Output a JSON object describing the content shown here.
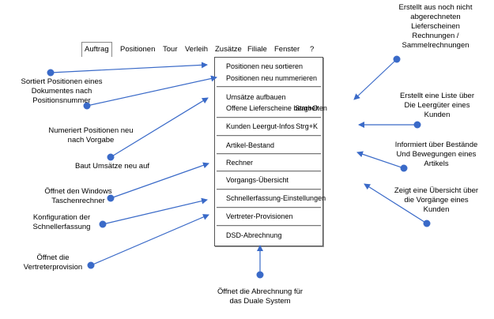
{
  "menubar": {
    "items": [
      "Auftrag",
      "Positionen",
      "Tour",
      "Verleih",
      "Zusätze",
      "Filiale",
      "Fenster",
      "?"
    ],
    "active": "Auftrag"
  },
  "menu": {
    "items": [
      {
        "label": "Positionen neu sortieren",
        "shortcut": ""
      },
      {
        "label": "Positionen neu nummerieren",
        "shortcut": ""
      },
      {
        "label": "Umsätze aufbauen",
        "shortcut": ""
      },
      {
        "label": "Offene Lieferscheine bearbeiten",
        "shortcut": "Strg+O"
      },
      {
        "label": "Kunden Leergut-Infos",
        "shortcut": "Strg+K"
      },
      {
        "label": "Artikel-Bestand",
        "shortcut": ""
      },
      {
        "label": "Rechner",
        "shortcut": ""
      },
      {
        "label": "Vorgangs-Übersicht",
        "shortcut": ""
      },
      {
        "label": "Schnellerfassung-Einstellungen",
        "shortcut": ""
      },
      {
        "label": "Vertreter-Provisionen",
        "shortcut": ""
      },
      {
        "label": "DSD-Abrechnung",
        "shortcut": ""
      }
    ]
  },
  "annotations": {
    "sortieren": [
      "Sortiert Positionen eines",
      "Dokumentes nach",
      "Positionsnummer"
    ],
    "nummerieren": [
      "Numeriert Positionen neu",
      "nach Vorgabe"
    ],
    "umsaetze": [
      "Baut Umsätze neu auf"
    ],
    "rechner": [
      "Öffnet den Windows",
      "Taschenrechner"
    ],
    "schnell": [
      "Konfiguration der",
      "Schnellerfassung"
    ],
    "vertreter": [
      "Öffnet die",
      "Vertreterprovision"
    ],
    "dsd": [
      "Öffnet die Abrechnung für",
      "das Duale System"
    ],
    "lieferscheine": [
      "Erstellt aus noch nicht",
      "abgerechneten",
      "Lieferscheinen",
      "Rechnungen /",
      "Sammelrechnungen"
    ],
    "leergut": [
      "Erstellt eine Liste über",
      "Die Leergüter eines",
      "Kunden"
    ],
    "bestand": [
      "Informiert über Bestände",
      "Und Bewegungen eines",
      "Artikels"
    ],
    "vorgang": [
      "Zeigt eine Übersicht über",
      "die Vorgänge eines",
      "Kunden"
    ]
  },
  "colors": {
    "arrow": "#3a6ac8",
    "dot": "#3a6ac8"
  }
}
